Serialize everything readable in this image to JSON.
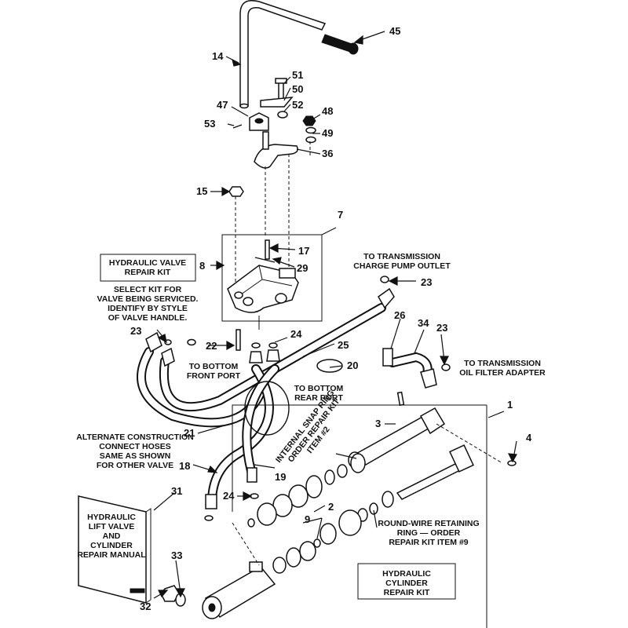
{
  "callouts": {
    "c1": "1",
    "c2": "2",
    "c3": "3",
    "c4": "4",
    "c7": "7",
    "c8": "8",
    "c9": "9",
    "c14": "14",
    "c15": "15",
    "c17": "17",
    "c18": "18",
    "c19": "19",
    "c20": "20",
    "c21": "21",
    "c22": "22",
    "c23a": "23",
    "c23b": "23",
    "c23c": "23",
    "c24a": "24",
    "c24b": "24",
    "c25": "25",
    "c26": "26",
    "c29": "29",
    "c31": "31",
    "c32": "32",
    "c33": "33",
    "c34": "34",
    "c36": "36",
    "c45": "45",
    "c47": "47",
    "c48": "48",
    "c49": "49",
    "c50": "50",
    "c51": "51",
    "c52": "52",
    "c53": "53"
  },
  "valve_kit_box": [
    "HYDRAULIC VALVE",
    "REPAIR KIT"
  ],
  "select_kit_note": [
    "SELECT KIT FOR",
    "VALVE BEING SERVICED.",
    "IDENTIFY BY STYLE",
    "OF VALVE HANDLE."
  ],
  "charge_pump_note": [
    "TO TRANSMISSION",
    "CHARGE PUMP OUTLET"
  ],
  "oil_filter_note": [
    "TO TRANSMISSION",
    "OIL FILTER ADAPTER"
  ],
  "bottom_front_note": [
    "TO BOTTOM",
    "FRONT PORT"
  ],
  "bottom_rear_note": [
    "TO BOTTOM",
    "REAR PORT"
  ],
  "alternate_note": [
    "ALTERNATE CONSTRUCTION",
    "CONNECT HOSES",
    "SAME AS SHOWN",
    "FOR OTHER VALVE"
  ],
  "snap_ring_note": [
    "INTERNAL SNAP RING",
    "ORDER REPAIR KIT",
    "ITEM #2"
  ],
  "round_wire_note": [
    "ROUND-WIRE RETAINING",
    "RING — ORDER",
    "REPAIR KIT ITEM #9"
  ],
  "manual_cover": [
    "HYDRAULIC",
    "LIFT VALVE",
    "AND",
    "CYLINDER",
    "REPAIR MANUAL"
  ],
  "cylinder_kit_box": [
    "HYDRAULIC",
    "CYLINDER",
    "REPAIR KIT"
  ]
}
